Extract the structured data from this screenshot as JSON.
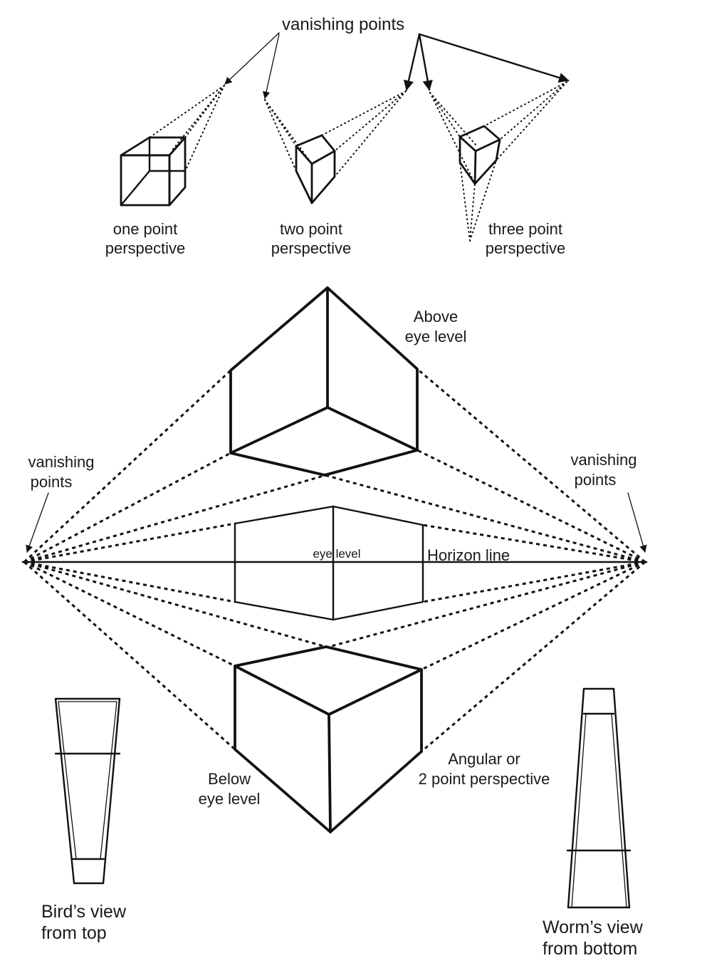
{
  "labels": {
    "top_vanishing_points": "vanishing points",
    "one_point": [
      "one point",
      "perspective"
    ],
    "two_point": [
      "two point",
      "perspective"
    ],
    "three_point": [
      "three point",
      "perspective"
    ],
    "above_eye_level": [
      "Above",
      "eye level"
    ],
    "left_vanishing_points": [
      "vanishing",
      "points"
    ],
    "right_vanishing_points": [
      "vanishing",
      "points"
    ],
    "eye_level": "eye level",
    "horizon_line": "Horizon line",
    "below_eye_level": [
      "Below",
      "eye level"
    ],
    "angular": [
      "Angular or",
      "2 point perspective"
    ],
    "birds_view": [
      "Bird’s view",
      "from top"
    ],
    "worms_view": [
      "Worm’s view",
      "from bottom"
    ]
  },
  "colors": {
    "ink": "#111111",
    "background": "#ffffff"
  }
}
